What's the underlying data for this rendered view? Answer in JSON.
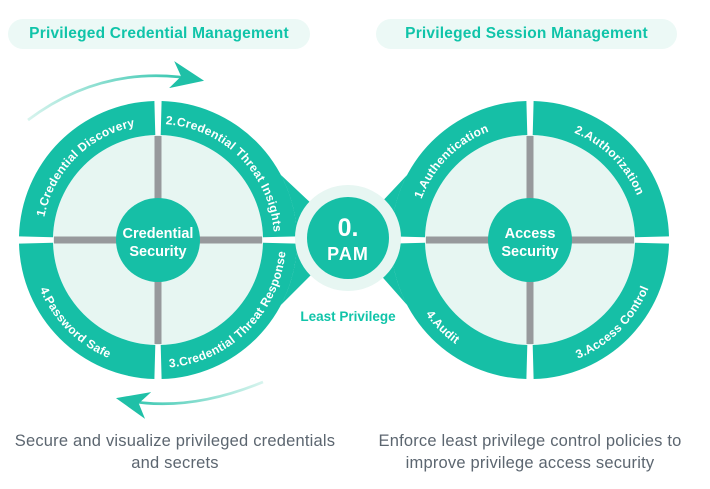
{
  "left": {
    "header": "Privileged Credential Management",
    "segments": [
      "1.Credential Discovery",
      "2.Credential Threat Insights",
      "3.Credential Threat Response",
      "4.Password Safe"
    ],
    "center": {
      "line1": "Credential",
      "line2": "Security"
    },
    "caption": "Secure and visualize privileged credentials and secrets"
  },
  "right": {
    "header": "Privileged Session Management",
    "segments": [
      "1.Authentication",
      "2.Authorization",
      "3.Access Control",
      "4.Audit"
    ],
    "center": {
      "line1": "Access",
      "line2": "Security"
    },
    "caption": "Enforce least privilege control policies to improve privilege access security"
  },
  "hub": {
    "line1": "0.",
    "line2": "PAM",
    "subtitle": "Least Privilege"
  },
  "colors": {
    "teal": "#16bfa6",
    "mint": "#e7f6f2",
    "pill_bg": "#ecf9f6",
    "gray_bar": "#97999c",
    "caption_text": "#5c6670"
  }
}
